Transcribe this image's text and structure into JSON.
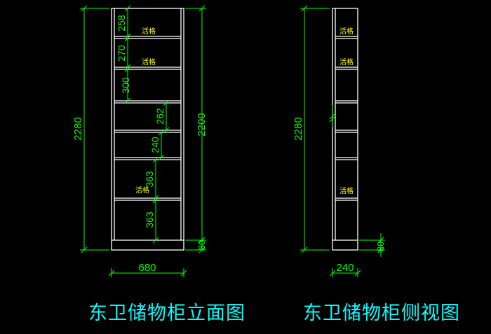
{
  "front_view": {
    "title": "东卫储物柜立面图",
    "overall_height": "2280",
    "inner_height": "2200",
    "base_height": "80",
    "width": "680",
    "shelf_heights": [
      "258",
      "270",
      "300",
      "262",
      "240",
      "363",
      "363"
    ],
    "movable_shelf_labels": [
      "活格",
      "活格",
      "活格"
    ]
  },
  "side_view": {
    "title": "东卫储物柜侧视图",
    "overall_height": "2280",
    "base_height": "80",
    "depth": "240",
    "movable_shelf_labels": [
      "活格",
      "活格",
      "活格"
    ]
  },
  "colors": {
    "background": "#000000",
    "outline": "#ffffff",
    "dimension": "#00ff00",
    "annotation": "#ffff00",
    "title": "#00ffff"
  }
}
